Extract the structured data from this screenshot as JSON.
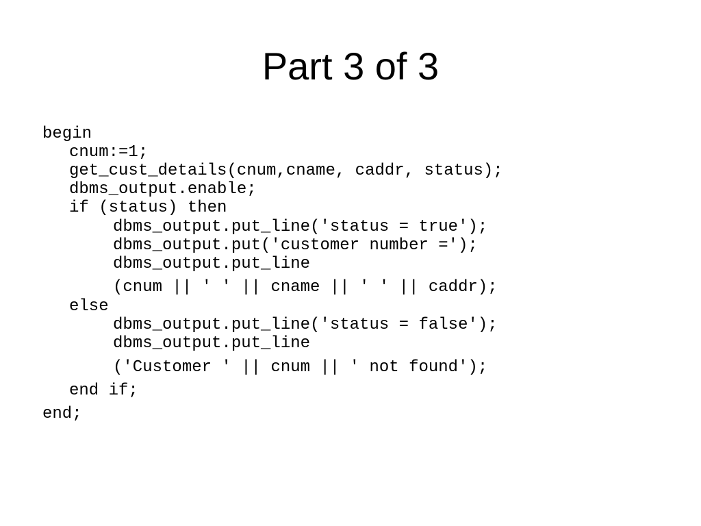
{
  "slide": {
    "title": "Part 3 of 3",
    "code_lines": [
      "begin",
      "cnum:=1;",
      "get_cust_details(cnum,cname, caddr, status);",
      "dbms_output.enable;",
      "if (status) then",
      "dbms_output.put_line('status = true');",
      "dbms_output.put('customer number =');",
      "dbms_output.put_line",
      "(cnum || ' ' || cname || ' ' || caddr);",
      "else",
      "dbms_output.put_line('status = false');",
      "dbms_output.put_line",
      "('Customer ' || cnum || ' not found');",
      "end if;",
      "end;"
    ]
  }
}
